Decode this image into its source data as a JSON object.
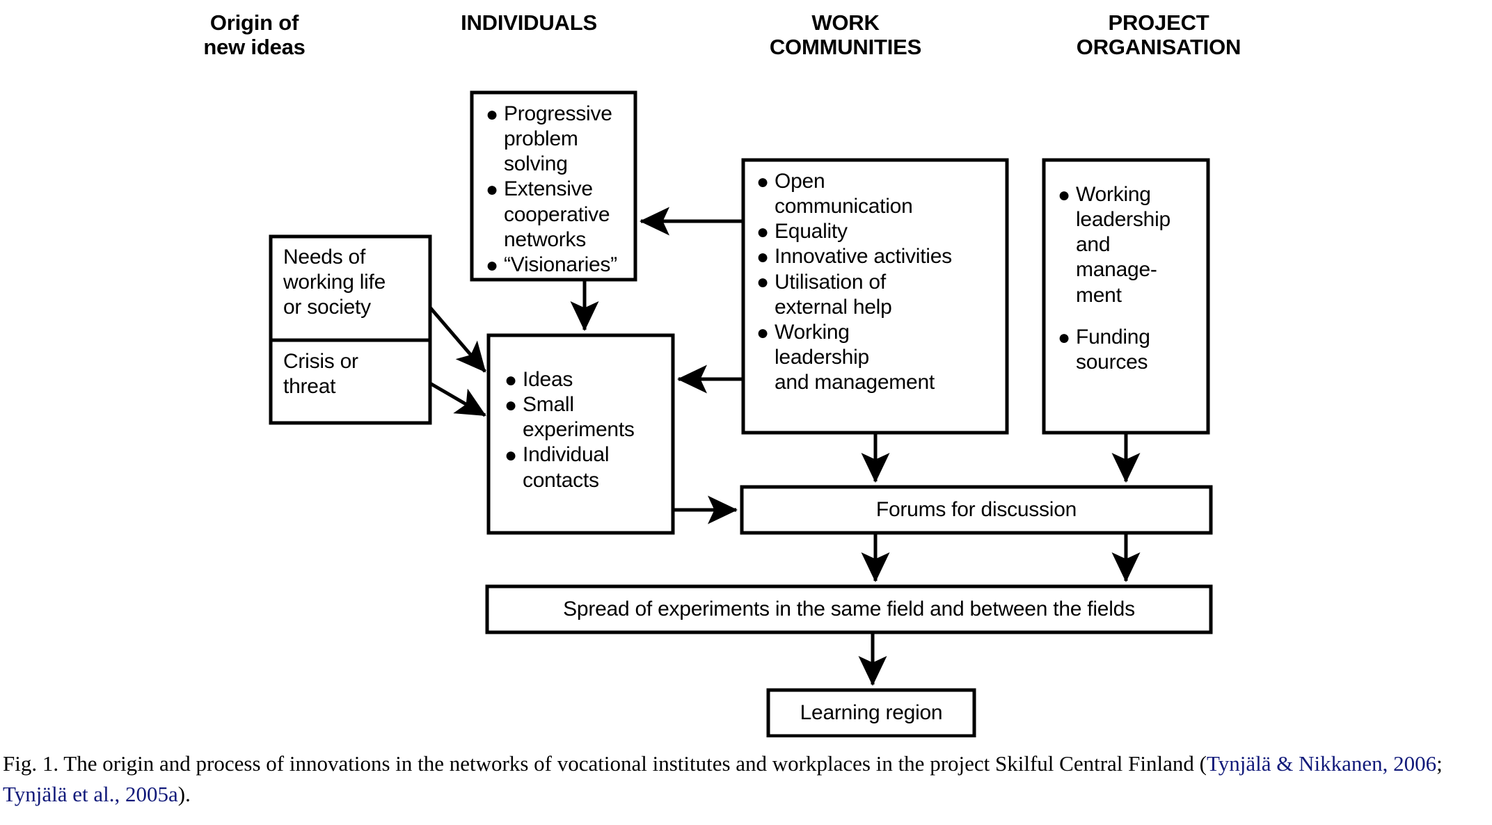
{
  "figure": {
    "columns": [
      {
        "id": "origin",
        "label": "Origin of\nnew ideas"
      },
      {
        "id": "individuals",
        "label": "INDIVIDUALS"
      },
      {
        "id": "work",
        "label": "WORK\nCOMMUNITIES"
      },
      {
        "id": "project",
        "label": "PROJECT\nORGANISATION"
      }
    ],
    "boxes": {
      "individual_traits": {
        "name": "individuals-traits-box",
        "items": [
          "Progressive\nproblem solving",
          "Extensive\ncooperative\nnetworks",
          "“Visionaries”"
        ]
      },
      "needs": {
        "name": "needs-of-working-life-box",
        "text": "Needs of\nworking life\nor society"
      },
      "crisis": {
        "name": "crisis-or-threat-box",
        "text": "Crisis or\nthreat"
      },
      "ideas": {
        "name": "ideas-box",
        "items": [
          "Ideas",
          "Small\nexperiments",
          "Individual\ncontacts"
        ]
      },
      "work_communities": {
        "name": "work-communities-box",
        "items": [
          "Open\ncommunication",
          "Equality",
          "Innovative activities",
          "Utilisation of\nexternal help",
          "Working\nleadership\nand management"
        ]
      },
      "project_org": {
        "name": "project-organisation-box",
        "items": [
          "Working\nleadership\nand\nmanage-\nment",
          "Funding\nsources"
        ]
      },
      "forums": {
        "name": "forums-for-discussion-box",
        "text": "Forums for discussion"
      },
      "spread": {
        "name": "spread-of-experiments-box",
        "text": "Spread of experiments in the same field and between the fields"
      },
      "learning": {
        "name": "learning-region-box",
        "text": "Learning region"
      }
    },
    "caption": {
      "label": "Fig. 1.",
      "text_before": "  The origin and process of innovations in the networks of vocational institutes and workplaces in the project Skilful Central Finland (",
      "ref1": "Tynjälä & Nikkanen, 2006",
      "separator": "; ",
      "ref2": "Tynjälä et al., 2005a",
      "text_after": ")."
    },
    "colors": {
      "stroke": "#000000",
      "fill": "#ffffff",
      "text": "#000000",
      "reference_link": "#111a7a"
    }
  }
}
